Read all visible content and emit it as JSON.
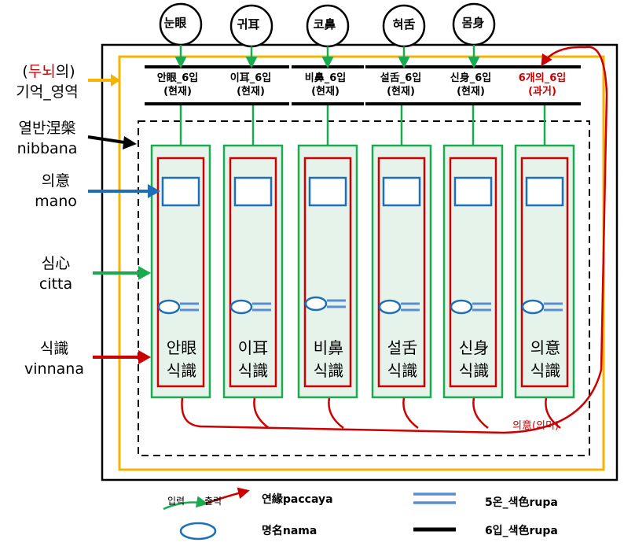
{
  "senses": [
    "눈眼",
    "귀耳",
    "코鼻",
    "혀舌",
    "몸身"
  ],
  "inputs": [
    {
      "line1": "안眼_6입",
      "line2": "(현재)"
    },
    {
      "line1": "이耳_6입",
      "line2": "(현재)"
    },
    {
      "line1": "비鼻_6입",
      "line2": "(현재)"
    },
    {
      "line1": "설舌_6입",
      "line2": "(현재)"
    },
    {
      "line1": "신身_6입",
      "line2": "(현재)"
    },
    {
      "line1": "6개의_6입",
      "line2": "(과거)"
    }
  ],
  "columns": [
    {
      "line1": "안眼",
      "line2": "식識"
    },
    {
      "line1": "이耳",
      "line2": "식識"
    },
    {
      "line1": "비鼻",
      "line2": "식識"
    },
    {
      "line1": "설舌",
      "line2": "식識"
    },
    {
      "line1": "신身",
      "line2": "식識"
    },
    {
      "line1": "의意",
      "line2": "식識"
    }
  ],
  "side_labels": {
    "brain_open": "(",
    "brain_red": "두뇌",
    "brain_rest": "의)",
    "memory": "기억_영역",
    "nirvana": "열반涅槃",
    "nirvana_en": "nibbana",
    "mano": "의意",
    "mano_en": "mano",
    "citta": "심心",
    "citta_en": "citta",
    "vinnana": "식識",
    "vinnana_en": "vinnana"
  },
  "meaning_label": "의意(의미)",
  "legend": {
    "io": "입력",
    "out": "출력",
    "paccaya": "연緣paccaya",
    "nama": "명名nama",
    "rupa5": "5온_색色rupa",
    "rupa6": "6입_색色rupa"
  },
  "colors": {
    "green": "#1aaa50",
    "red": "#cc0000",
    "orange": "#f5b400",
    "blue": "#1f6fb8",
    "light_blue": "#5b8ed0",
    "column_fill": "#e6f3ea"
  }
}
